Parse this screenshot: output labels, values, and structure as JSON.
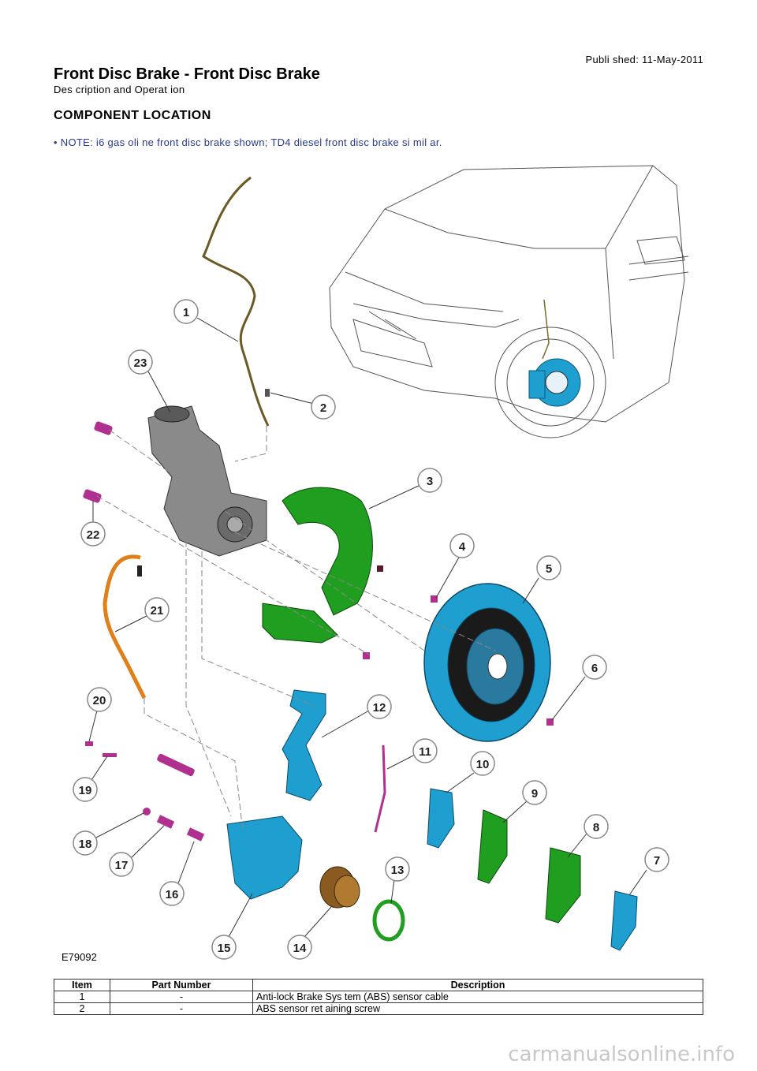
{
  "header": {
    "published": "Publi shed: 11-May-2011",
    "title": "Front Disc Brake - Front Disc Brake",
    "subtitle": "Des cription and Operat ion"
  },
  "section": {
    "heading": "COMPONENT LOCATION",
    "note": "• NOTE: i6 gas oli ne front  disc brake shown; TD4 diesel front  disc brake si mil ar."
  },
  "figure": {
    "id": "E79092",
    "callouts": [
      "1",
      "2",
      "3",
      "4",
      "5",
      "6",
      "7",
      "8",
      "9",
      "10",
      "11",
      "12",
      "13",
      "14",
      "15",
      "16",
      "17",
      "18",
      "19",
      "20",
      "21",
      "22",
      "23"
    ],
    "colors": {
      "green": "#1f9e1f",
      "blue": "#1e9fd0",
      "magenta": "#b0308f",
      "orange": "#e0801a",
      "gray": "#7a7a7a",
      "bronze": "#8a5a20"
    }
  },
  "table": {
    "headers": [
      "Item",
      "Part Number",
      "Description"
    ],
    "rows": [
      [
        "1",
        "-",
        "Anti-lock Brake Sys tem (ABS) sensor cable"
      ],
      [
        "2",
        "-",
        "ABS sensor ret aining screw"
      ]
    ]
  },
  "watermark": "carmanualsonline.info"
}
